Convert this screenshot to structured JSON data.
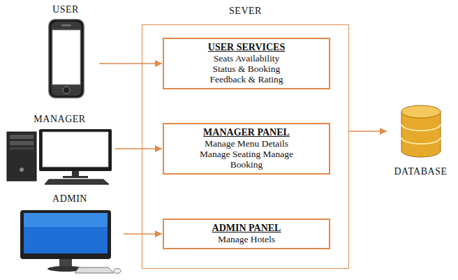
{
  "diagram": {
    "nodes": [
      {
        "text": [
          "USER"
        ]
      },
      {
        "text": [
          "SEVER"
        ]
      },
      {
        "text": [
          "USER SERVICES",
          "Seats Availability Status & Booking Feedback & Rating"
        ],
        "in": 1
      },
      {
        "text": [
          "MANAGER"
        ]
      },
      {
        "text": [
          "MANAGER PANEL",
          "Manage Menu Details Manage Seating Manage Booking"
        ],
        "in": 1
      },
      {
        "text": [
          "ADMIN"
        ]
      },
      {
        "text": [
          "ADMIN PANEL",
          "Manage Hotels"
        ],
        "in": 1
      },
      {
        "text": [
          "DATABASE"
        ]
      }
    ],
    "edges": [
      {
        "from": 0,
        "to": 2,
        "arrow": "to"
      },
      {
        "from": 3,
        "to": 4,
        "arrow": "to"
      },
      {
        "from": 5,
        "to": 6,
        "arrow": "to"
      },
      {
        "from": 1,
        "to": 7,
        "arrow": "to"
      }
    ]
  }
}
